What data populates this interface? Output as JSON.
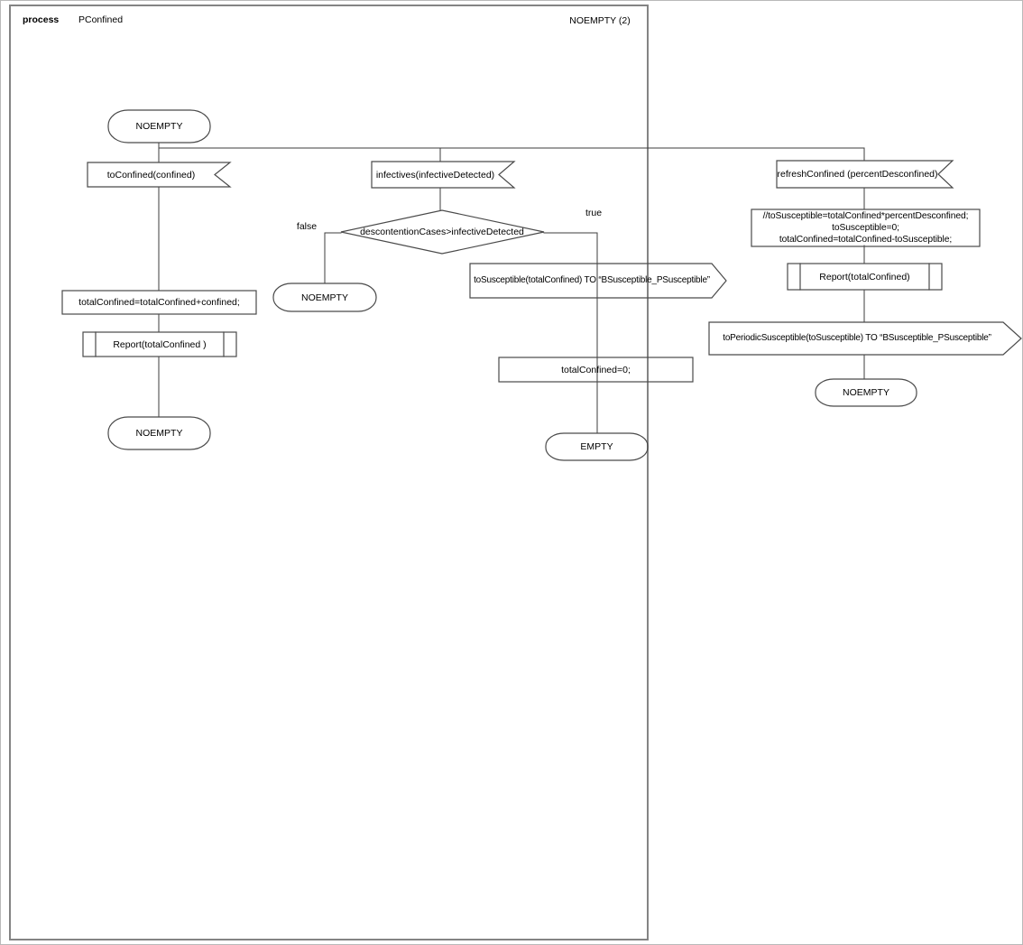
{
  "header": {
    "kind": "process",
    "name": "PConfined",
    "page": "NOEMPTY (2)"
  },
  "colors": {
    "frame": "#808080",
    "line": "#3c3c3c",
    "text": "#000000",
    "canvas": "#ffffff"
  },
  "nodes": {
    "state_top": {
      "type": "state",
      "label": "NOEMPTY"
    },
    "input_to_confined": {
      "type": "input-signal",
      "label": "toConfined(confined)"
    },
    "input_infectives": {
      "type": "input-signal",
      "label": "infectives(infectiveDetected)"
    },
    "input_refresh_confined": {
      "type": "input-signal",
      "label": "refreshConfined (percentDesconfined)"
    },
    "decision": {
      "type": "decision",
      "label": "descontentionCases>infectiveDetected",
      "branch_false": "false",
      "branch_true": "true"
    },
    "state_false_branch": {
      "type": "state",
      "label": "NOEMPTY"
    },
    "output_to_susceptible": {
      "type": "output-signal",
      "label": "toSusceptible(totalConfined) TO “BSusceptible_PSusceptible”"
    },
    "task_reset_total": {
      "type": "task",
      "label": "totalConfined=0;"
    },
    "state_empty": {
      "type": "state",
      "label": "EMPTY"
    },
    "task_accumulate": {
      "type": "task",
      "label": "totalConfined=totalConfined+confined;"
    },
    "procedure_report_left": {
      "type": "procedure-call",
      "label": "Report(totalConfined )"
    },
    "state_left_end": {
      "type": "state",
      "label": "NOEMPTY"
    },
    "task_refresh": {
      "type": "task",
      "lines": [
        "//toSusceptible=totalConfined*percentDesconfined;",
        "toSusceptible=0;",
        "totalConfined=totalConfined-toSusceptible;"
      ]
    },
    "procedure_report_right": {
      "type": "procedure-call",
      "label": "Report(totalConfined)"
    },
    "output_to_periodic": {
      "type": "output-signal",
      "label": "toPeriodicSusceptible(toSusceptible) TO “BSusceptible_PSusceptible”"
    },
    "state_right_end": {
      "type": "state",
      "label": "NOEMPTY"
    }
  }
}
